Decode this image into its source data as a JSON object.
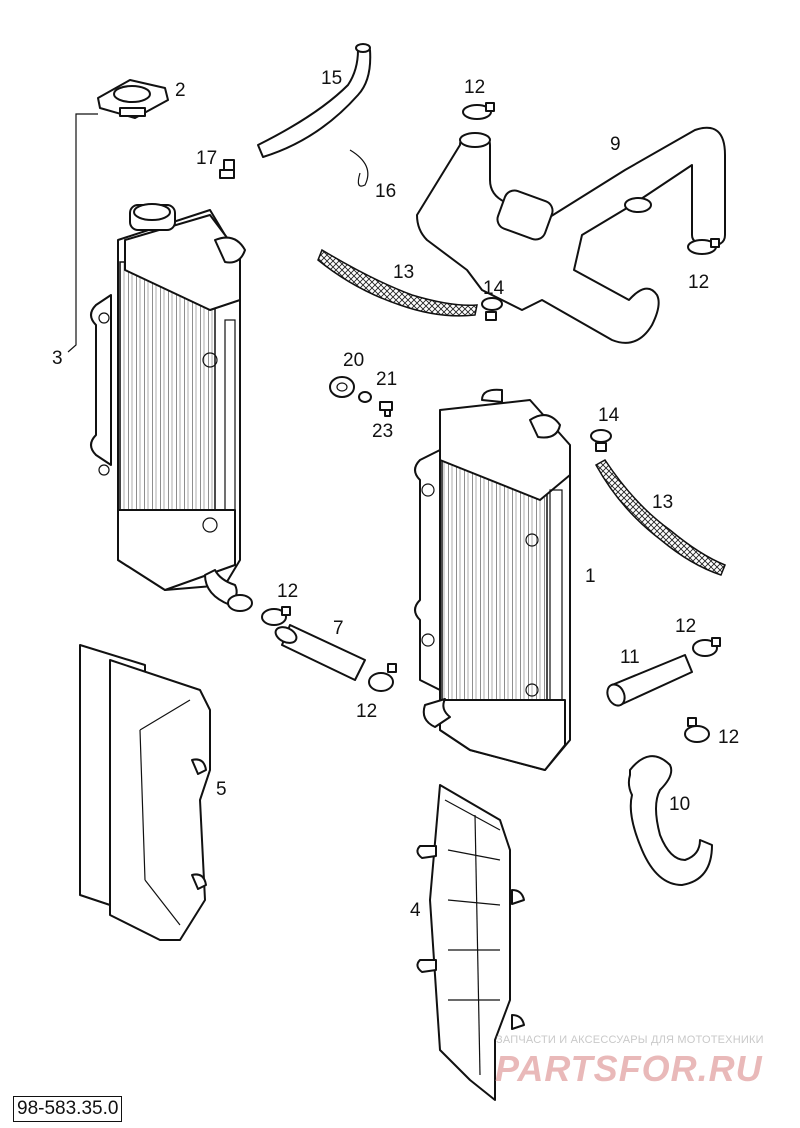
{
  "callouts": {
    "c1": "1",
    "c2": "2",
    "c3": "3",
    "c4": "4",
    "c5": "5",
    "c7": "7",
    "c9": "9",
    "c10": "10",
    "c11": "11",
    "c12a": "12",
    "c12b": "12",
    "c12c": "12",
    "c12d": "12",
    "c12e": "12",
    "c12f": "12",
    "c13a": "13",
    "c13b": "13",
    "c14a": "14",
    "c14b": "14",
    "c15": "15",
    "c16": "16",
    "c17": "17",
    "c20": "20",
    "c21": "21",
    "c23": "23"
  },
  "document_number": "98-583.35.0",
  "watermark": {
    "tagline": "ЗАПЧАСТИ И АКСЕССУАРЫ ДЛЯ МОТОТЕХНИКИ",
    "logo": "PARTSFOR.RU"
  }
}
